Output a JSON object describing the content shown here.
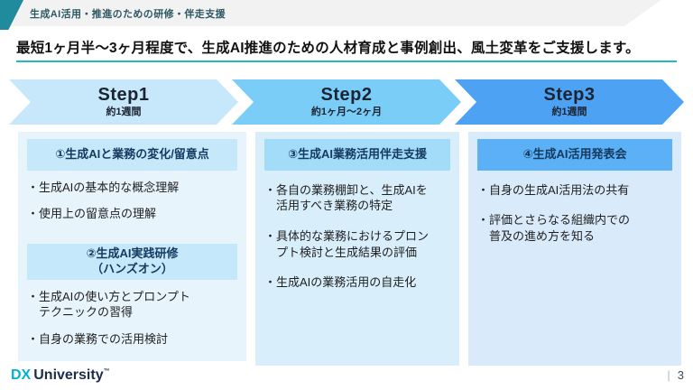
{
  "header": {
    "title": "生成AI活用・推進のための研修・伴走支援"
  },
  "headline": {
    "text": "最短1ヶ月半〜3ヶ月程度で、生成AI推進のための人材育成と事例創出、風土変革をご支援します。"
  },
  "steps": [
    {
      "label": "Step1",
      "duration": "約1週間",
      "blocks": [
        {
          "kind": "header",
          "text": "①生成AIと業務の変化/留意点"
        },
        {
          "kind": "bullet",
          "text": "・生成AIの基本的な概念理解"
        },
        {
          "kind": "bullet",
          "text": "・使用上の留意点の理解"
        },
        {
          "kind": "header",
          "text": "②生成AI実践研修\n（ハンズオン）"
        },
        {
          "kind": "bullet",
          "text": "・生成AIの使い方とプロンプト\nテクニックの習得"
        },
        {
          "kind": "bullet",
          "text": "・自身の業務での活用検討"
        }
      ]
    },
    {
      "label": "Step2",
      "duration": "約1ヶ月〜2ヶ月",
      "blocks": [
        {
          "kind": "header",
          "text": "③生成AI業務活用伴走支援"
        },
        {
          "kind": "bullet",
          "text": "・各自の業務棚卸と、生成AIを\n活用すべき業務の特定"
        },
        {
          "kind": "bullet",
          "text": "・具体的な業務におけるプロン\nプト検討と生成結果の評価"
        },
        {
          "kind": "bullet",
          "text": "・生成AIの業務活用の自走化"
        }
      ]
    },
    {
      "label": "Step3",
      "duration": "約1週間",
      "blocks": [
        {
          "kind": "header",
          "text": "④生成AI活用発表会"
        },
        {
          "kind": "bullet",
          "text": "・自身の生成AI活用法の共有"
        },
        {
          "kind": "bullet",
          "text": "・評価とさらなる組織内での\n普及の進め方を知る"
        }
      ]
    }
  ],
  "footer": {
    "logo_dx": "DX",
    "logo_university": "University",
    "logo_tm": "™",
    "separator": "|",
    "page_number": "3"
  },
  "colors": {
    "accent_teal": "#1f8b9d",
    "underline_teal": "#29b5c9",
    "topbar_gray": "#f2f2f2",
    "step1_arrow": "#c7e7fa",
    "step2_arrow": "#79cdf6",
    "step3_arrow": "#4da2f4",
    "panel1_bg": "#e7f4fc",
    "panel2_bg": "#d8eefb",
    "panel3_bg": "#d9eafa",
    "header1_bg": "#c5e8fa",
    "header2_bg": "#a3dcf8",
    "header3_bg": "#5cb0f6",
    "logo_cyan": "#00b2d8",
    "logo_navy": "#1d2c4c"
  }
}
